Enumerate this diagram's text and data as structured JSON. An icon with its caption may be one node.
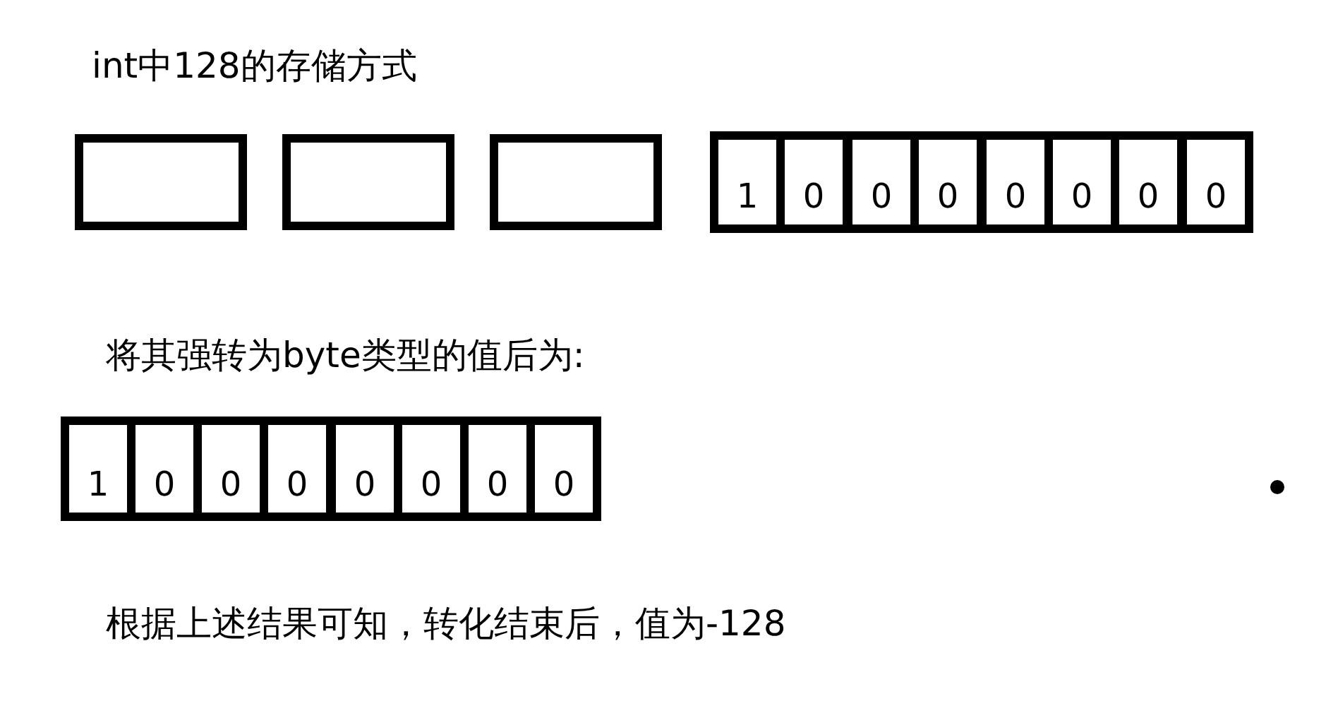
{
  "diagram": {
    "nodes": [
      {
        "text": [],
        "shape": "box"
      },
      {
        "text": [],
        "shape": "box"
      },
      {
        "text": [],
        "shape": "box"
      },
      {
        "text": [
          "1"
        ]
      },
      {
        "text": [
          "0"
        ]
      },
      {
        "text": [
          "0"
        ]
      },
      {
        "text": [
          "0"
        ]
      },
      {
        "text": [
          "0"
        ]
      },
      {
        "text": [
          "0"
        ]
      },
      {
        "text": [
          "0"
        ]
      },
      {
        "text": [
          "0"
        ]
      },
      {
        "text": [
          "1"
        ]
      },
      {
        "text": [
          "0"
        ]
      },
      {
        "text": [
          "0"
        ]
      },
      {
        "text": [
          "0"
        ]
      },
      {
        "text": [
          "0"
        ]
      },
      {
        "text": [
          "0"
        ]
      },
      {
        "text": [
          "0"
        ]
      },
      {
        "text": [
          "0"
        ]
      }
    ],
    "labels": [
      "int中128的存储方式",
      "将其强转为byte类型的值后为:",
      "根据上述结果可知，转化结束后，值为-128"
    ]
  }
}
